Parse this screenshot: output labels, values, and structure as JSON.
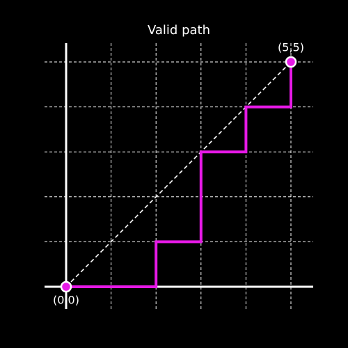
{
  "title": "Valid path",
  "colors": {
    "background": "#000000",
    "axis": "#ffffff",
    "grid": "#ffffff",
    "diagonal": "#ffffff",
    "path": "#e619e6"
  },
  "grid": {
    "x_lines": [
      0,
      1,
      2,
      3,
      4,
      5
    ],
    "y_lines": [
      0,
      1,
      2,
      3,
      4,
      5
    ]
  },
  "diagonal": {
    "from": [
      0,
      0
    ],
    "to": [
      5,
      5
    ],
    "style": "dashed"
  },
  "path": {
    "points": [
      [
        0,
        0
      ],
      [
        2,
        0
      ],
      [
        2,
        1
      ],
      [
        3,
        1
      ],
      [
        3,
        3
      ],
      [
        4,
        3
      ],
      [
        4,
        4
      ],
      [
        5,
        4
      ],
      [
        5,
        5
      ]
    ]
  },
  "endpoints": [
    {
      "point": [
        0,
        0
      ],
      "label": "(0,0)",
      "label_anchor": "below"
    },
    {
      "point": [
        5,
        5
      ],
      "label": "(5,5)",
      "label_anchor": "above"
    }
  ]
}
